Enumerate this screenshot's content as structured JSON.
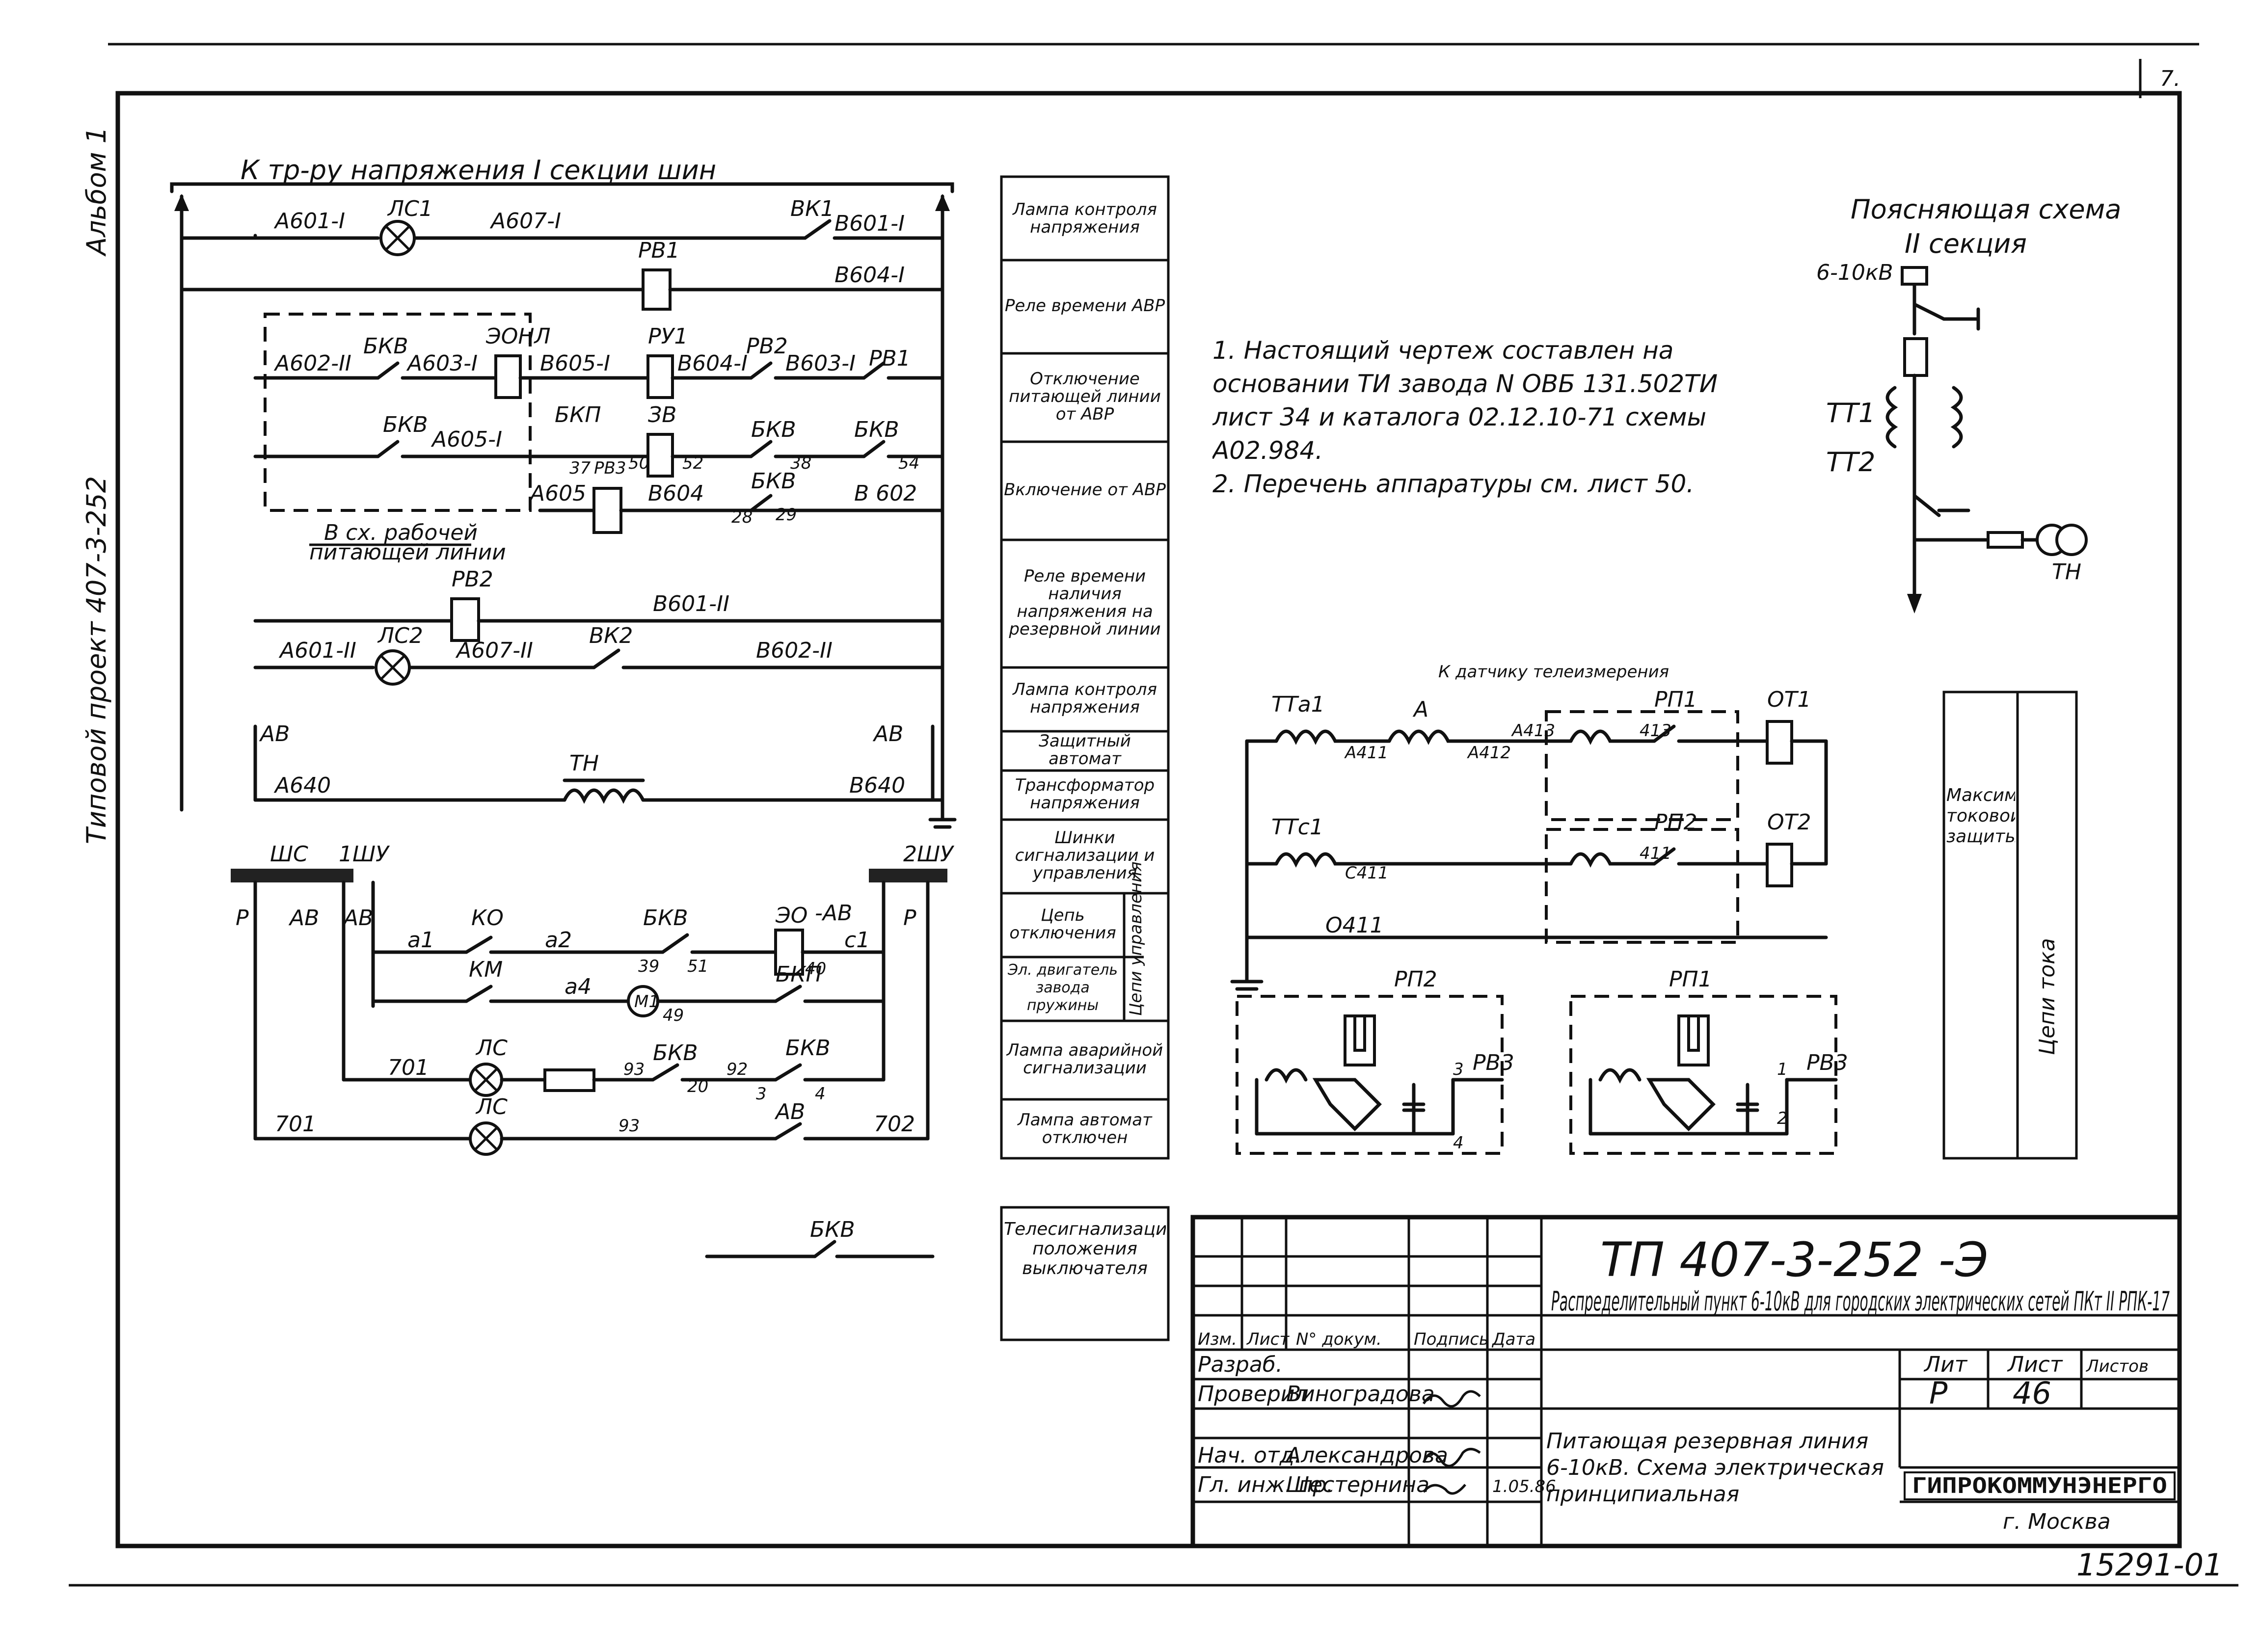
{
  "side_labels": {
    "album": "Альбом 1",
    "project": "Типовой проект 407-3-252"
  },
  "bus_header": "К тр-ру напряжения I секции шин",
  "wire_labels": {
    "a601_1": "А601-I",
    "lc1": "ЛС1",
    "a607_1": "А607-I",
    "bk1": "ВК1",
    "b601_1": "В601-I",
    "pv1": "РВ1",
    "b604_1": "В604-I",
    "a602_2": "А602-II",
    "bkv1": "БКВ",
    "a603_1": "А603-I",
    "eon": "ЭОНЛ",
    "b605_1": "В605-I",
    "pu1": "РУ1",
    "b604_1b": "В604-I",
    "pb2": "РВ2",
    "b603_1": "В603-I",
    "pb1": "РВ1",
    "bkv2": "БКВ",
    "a605_1": "А605-I",
    "bkp": "БКП",
    "zv": "ЗВ",
    "n37": "37",
    "pb3": "РВ3",
    "n50": "50",
    "n52": "52",
    "bkv3": "БКВ",
    "n38": "38",
    "bkv4": "БКВ",
    "n54": "54",
    "a605": "А605",
    "b604": "В604",
    "n28": "28",
    "bkv5": "БКВ",
    "n29": "29",
    "b602": "В 602",
    "note_sx": "В сх. рабочей",
    "note_sx2": "питающей линии",
    "pv2": "РВ2",
    "b601_2": "В601-II",
    "a601_2": "А601-II",
    "lc2": "ЛС2",
    "a607_2": "А607-II",
    "vk2": "ВК2",
    "b602_2": "В602-II",
    "av_l": "АВ",
    "av_r": "АВ",
    "a640": "А640",
    "th": "ТН",
    "b640": "В640"
  },
  "control_labels": {
    "shc": "ШС",
    "shu1": "1ШУ",
    "shu2": "2ШУ",
    "p_l": "Р",
    "av1": "АВ",
    "av2": "АВ",
    "p_r": "Р",
    "av3": "-АВ",
    "ko": "КО",
    "km": "КМ",
    "a1": "а1",
    "a2": "а2",
    "bkv": "БКВ",
    "n39": "39",
    "n51": "51",
    "eo": "ЭО",
    "n40": "40",
    "c1": "с1",
    "a4": "а4",
    "m1": "М1",
    "n49": "49",
    "bkp": "БКП",
    "n701": "701",
    "lc": "ЛС",
    "n93": "93",
    "bkv_b": "БКВ",
    "n92": "92",
    "bkv_c": "БКВ",
    "n20": "20",
    "n3": "3",
    "n4": "4",
    "lc3": "ЛС",
    "n701b": "701",
    "n93b": "93",
    "av_b": "АВ",
    "n702": "702",
    "bkv_tele": "БКВ"
  },
  "legend": [
    "Лампа контроля напряжения",
    "Реле времени АВР",
    "Отключение питающей линии от АВР",
    "Включение от АВР",
    "Реле времени наличия напряжения на резервной линии",
    "Лампа контроля напряжения",
    "Защитный автомат",
    "Трансформатор напряжения",
    "Шинки сигнализации и управления",
    "Цепь отключения",
    "Эл. двигатель завода пружины",
    "Лампа аварийной сигнализации",
    "Лампа автомат отключен"
  ],
  "legend_group": "Цепи управления",
  "legend_tele": "Телесигнализация положения выключателя",
  "notes": [
    "1. Настоящий чертеж составлен на основании ТИ завода N ОВБ 131.502ТИ лист 34 и каталога 02.12.10-71 схемы А02.984.",
    "2. Перечень аппаратуры см. лист 50."
  ],
  "explain": {
    "title": "Поясняющая схема",
    "section": "II секция",
    "voltage": "6-10кВ",
    "tt1": "ТТ1",
    "tt2": "ТТ2",
    "th": "ТН"
  },
  "protection": {
    "tta1": "ТТа1",
    "a411": "А411",
    "a": "А",
    "sensor": "К датчику телеизмерения",
    "a412": "А412",
    "a413": "А413",
    "rp1": "РП1",
    "n413": "413",
    "ot1": "ОТ1",
    "ttc1": "ТТс1",
    "c411": "С411",
    "rp2": "РП2",
    "n411": "411",
    "ot2": "ОТ2",
    "o411": "О411",
    "rp2_b": "РП2",
    "pv3_l": "РВ3",
    "n3": "3",
    "n4": "4",
    "rp1_b": "РП1",
    "pv3_r": "РВ3",
    "n1": "1",
    "n2": "2"
  },
  "right_table": {
    "col1": "Максимальной токовой защиты",
    "col2": "Цепи тока"
  },
  "title_block": {
    "code": "ТП 407-3-252 -Э",
    "org_title": "Распределительный пункт 6-10кВ для городских электрических сетей ПКт II РПК-17",
    "col_headers": [
      "Изм.",
      "Лист",
      "N° докум.",
      "Подпись",
      "Дата"
    ],
    "rows": [
      [
        "Разраб.",
        ""
      ],
      [
        "Проверил",
        "Виноградова"
      ],
      [
        "Нач. отд.",
        "Александрова"
      ],
      [
        "Гл. инж. пр.",
        "Шестернина"
      ]
    ],
    "date": "1.05.86",
    "lit_h": "Лит",
    "sheet_h": "Лист",
    "sheets_h": "Листов",
    "lit": "Р",
    "sheet": "46",
    "desc": "Питающая резервная линия 6-10кВ. Схема электрическая принципиальная",
    "org_logo": "ГИПРОКОММУНЭНЕРГО",
    "city": "г. Москва"
  },
  "footer_code": "15291-01",
  "corner_mark": "7."
}
